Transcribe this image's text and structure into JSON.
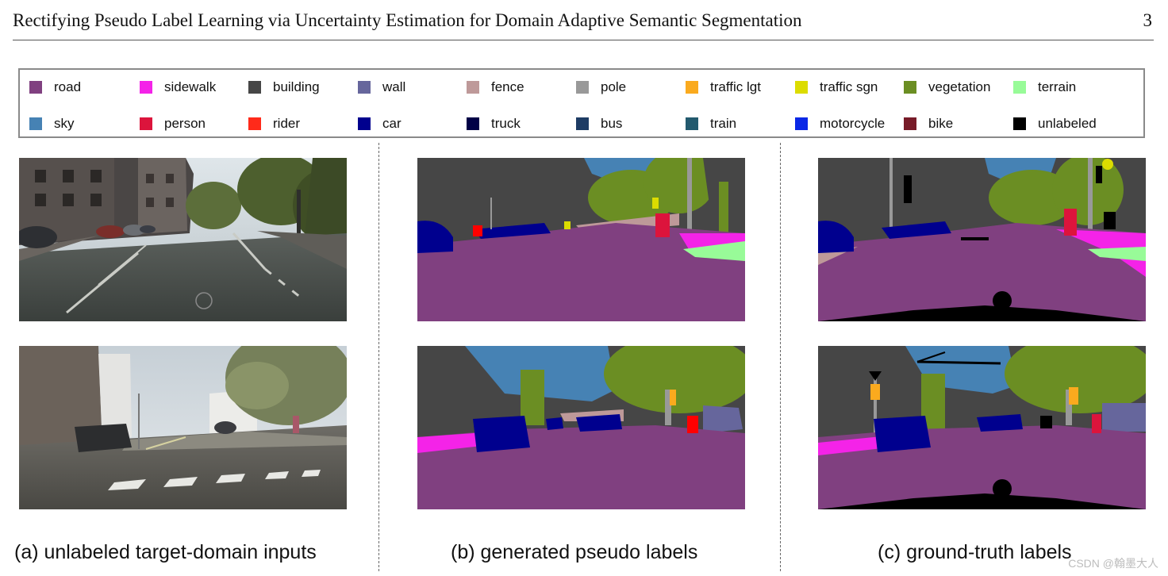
{
  "header": {
    "title": "Rectifying Pseudo Label Learning via Uncertainty Estimation for Domain Adaptive Semantic Segmentation",
    "page_number": "3"
  },
  "legend": [
    {
      "label": "road",
      "color": "#804080"
    },
    {
      "label": "sidewalk",
      "color": "#f423e8"
    },
    {
      "label": "building",
      "color": "#464646"
    },
    {
      "label": "wall",
      "color": "#66669c"
    },
    {
      "label": "fence",
      "color": "#be9999"
    },
    {
      "label": "pole",
      "color": "#999999"
    },
    {
      "label": "traffic lgt",
      "color": "#faaa1e"
    },
    {
      "label": "traffic sgn",
      "color": "#dcdc00"
    },
    {
      "label": "vegetation",
      "color": "#6b8e23"
    },
    {
      "label": "terrain",
      "color": "#98fb98"
    },
    {
      "label": "sky",
      "color": "#4682b4"
    },
    {
      "label": "person",
      "color": "#dc143c"
    },
    {
      "label": "rider",
      "color": "#ff0000"
    },
    {
      "label": "car",
      "color": "#00008e"
    },
    {
      "label": "truck",
      "color": "#000046"
    },
    {
      "label": "bus",
      "color": "#003c64"
    },
    {
      "label": "train",
      "color": "#005064"
    },
    {
      "label": "motorcycle",
      "color": "#0000e6"
    },
    {
      "label": "bike",
      "color": "#770b20"
    },
    {
      "label": "unlabeled",
      "color": "#000000"
    }
  ],
  "captions": {
    "a": "(a) unlabeled target-domain inputs",
    "b": "(b) generated pseudo labels",
    "c": "(c) ground-truth labels"
  },
  "watermark": "CSDN @翰墨大人"
}
